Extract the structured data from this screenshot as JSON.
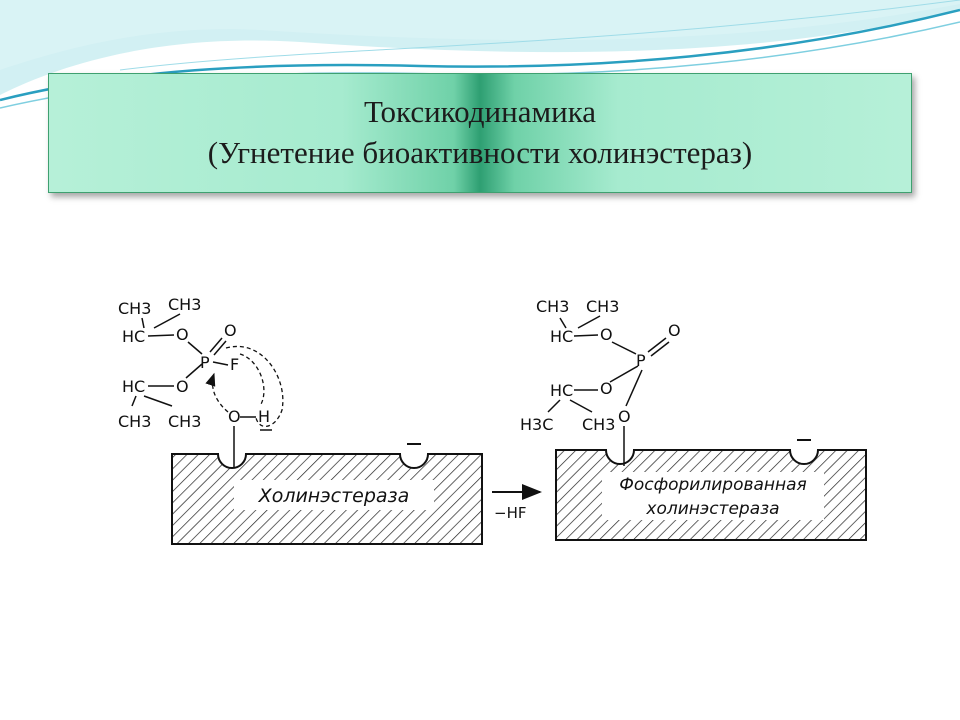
{
  "slide": {
    "title": "Токсикодинамика",
    "subtitle": "(Угнетение биоактивности холинэстераз)"
  },
  "colors": {
    "title_bg": "#a6ebcf",
    "title_border": "#3fa070",
    "wave_light": "#bfe9ee",
    "wave_dark": "#2a9fc0"
  },
  "figure": {
    "left": {
      "ch3_a": "CH3",
      "ch3_b": "CH3",
      "hc_top": "HC",
      "o_top": "O",
      "p": "P",
      "o_double": "O",
      "f": "F",
      "hc_bot": "HC",
      "o_bot": "O",
      "ch3_c": "CH3",
      "ch3_d": "CH3",
      "o_ser": "O",
      "h": "H",
      "enzyme_label": "Холинэстераза"
    },
    "arrow_label": "−HF",
    "right": {
      "ch3_a": "CH3",
      "ch3_b": "CH3",
      "hc_top": "HC",
      "o_top": "O",
      "p": "P",
      "o_double": "O",
      "hc_bot": "HC",
      "o_bot": "O",
      "h3c": "H3C",
      "ch3_d": "CH3",
      "o_ser": "O",
      "enzyme_label_1": "Фосфорилированная",
      "enzyme_label_2": "холинэстераза"
    }
  }
}
